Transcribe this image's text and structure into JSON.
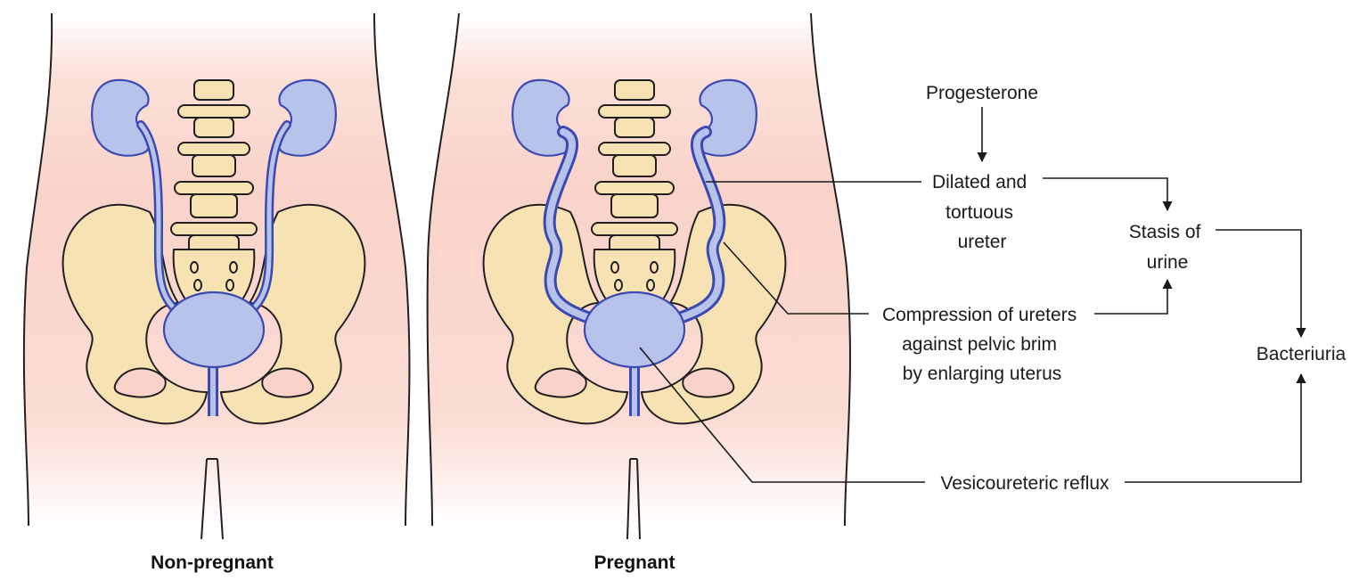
{
  "figure": {
    "panels": [
      {
        "caption": "Non-pregnant"
      },
      {
        "caption": "Pregnant"
      }
    ],
    "labels": {
      "progesterone": "Progesterone",
      "dilated": [
        "Dilated and",
        "tortuous",
        "ureter"
      ],
      "stasis": [
        "Stasis of",
        "urine"
      ],
      "compression": [
        "Compression of ureters",
        "against pelvic brim",
        "by enlarging uterus"
      ],
      "bacteriuria": "Bacteriuria",
      "reflux": "Vesicoureteric reflux"
    },
    "colors": {
      "skin": "#f9d3c9",
      "bone": "#f6e2b3",
      "urinary": "#b8c3ec",
      "urinary_outline": "#3b49b0"
    }
  }
}
